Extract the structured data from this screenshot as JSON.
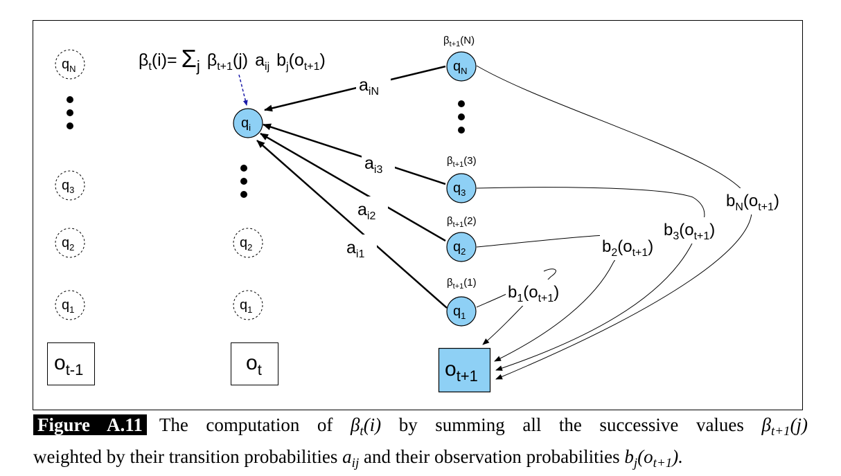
{
  "diagram": {
    "formula": {
      "lhs_beta": "β",
      "lhs_sub": "t",
      "lhs_arg": "(i)=",
      "sum": "Σ",
      "sum_sub": "j",
      "beta": "β",
      "beta_sub": "t+1",
      "beta_arg": "(j)",
      "a": "a",
      "a_sub": "ij",
      "b": "b",
      "b_sub": "j",
      "b_arg_open": "(o",
      "b_arg_sub": "t+1",
      "b_arg_close": ")"
    },
    "columns": {
      "t_minus_1": {
        "states": [
          {
            "base": "q",
            "sub": "N"
          },
          {
            "base": "q",
            "sub": "3"
          },
          {
            "base": "q",
            "sub": "2"
          },
          {
            "base": "q",
            "sub": "1"
          }
        ],
        "observation": {
          "base": "o",
          "sub": "t-1"
        }
      },
      "t": {
        "active_state": {
          "base": "q",
          "sub": "i"
        },
        "states": [
          {
            "base": "q",
            "sub": "2"
          },
          {
            "base": "q",
            "sub": "1"
          }
        ],
        "observation": {
          "base": "o",
          "sub": "t"
        }
      },
      "t_plus_1": {
        "states": [
          {
            "base": "q",
            "sub": "N",
            "beta": "β",
            "beta_sub": "t+1",
            "beta_arg": "(N)"
          },
          {
            "base": "q",
            "sub": "3",
            "beta": "β",
            "beta_sub": "t+1",
            "beta_arg": "(3)"
          },
          {
            "base": "q",
            "sub": "2",
            "beta": "β",
            "beta_sub": "t+1",
            "beta_arg": "(2)"
          },
          {
            "base": "q",
            "sub": "1",
            "beta": "β",
            "beta_sub": "t+1",
            "beta_arg": "(1)"
          }
        ],
        "observation": {
          "base": "o",
          "sub": "t+1"
        }
      }
    },
    "transitions": [
      {
        "base": "a",
        "sub": "iN"
      },
      {
        "base": "a",
        "sub": "i3"
      },
      {
        "base": "a",
        "sub": "i2"
      },
      {
        "base": "a",
        "sub": "i1"
      }
    ],
    "emissions": [
      {
        "base": "b",
        "sub": "N",
        "arg_open": "(o",
        "arg_sub": "t+1",
        "arg_close": ")"
      },
      {
        "base": "b",
        "sub": "3",
        "arg_open": "(o",
        "arg_sub": "t+1",
        "arg_close": ")"
      },
      {
        "base": "b",
        "sub": "2",
        "arg_open": "(o",
        "arg_sub": "t+1",
        "arg_close": ")"
      },
      {
        "base": "b",
        "sub": "1",
        "arg_open": "(o",
        "arg_sub": "t+1",
        "arg_close": ")"
      }
    ],
    "colors": {
      "active_fill": "#8ed0f5",
      "dashed_arrow": "#1a1aa8",
      "stroke": "#000000"
    }
  },
  "caption": {
    "label": "Figure A.11",
    "t1": "The computation of",
    "beta": "β",
    "beta_sub_t": "t",
    "arg_i": "(i)",
    "t2": "by summing all the successive values",
    "beta_sub_t1": "t+1",
    "arg_j": "(j)",
    "t3": "weighted by their transition probabilities",
    "a": "a",
    "a_sub": "ij",
    "t4": "and their observation probabilities",
    "b": "b",
    "b_sub": "j",
    "b_arg_open": "(o",
    "b_arg_sub": "t+1",
    "b_arg_close": ")."
  }
}
